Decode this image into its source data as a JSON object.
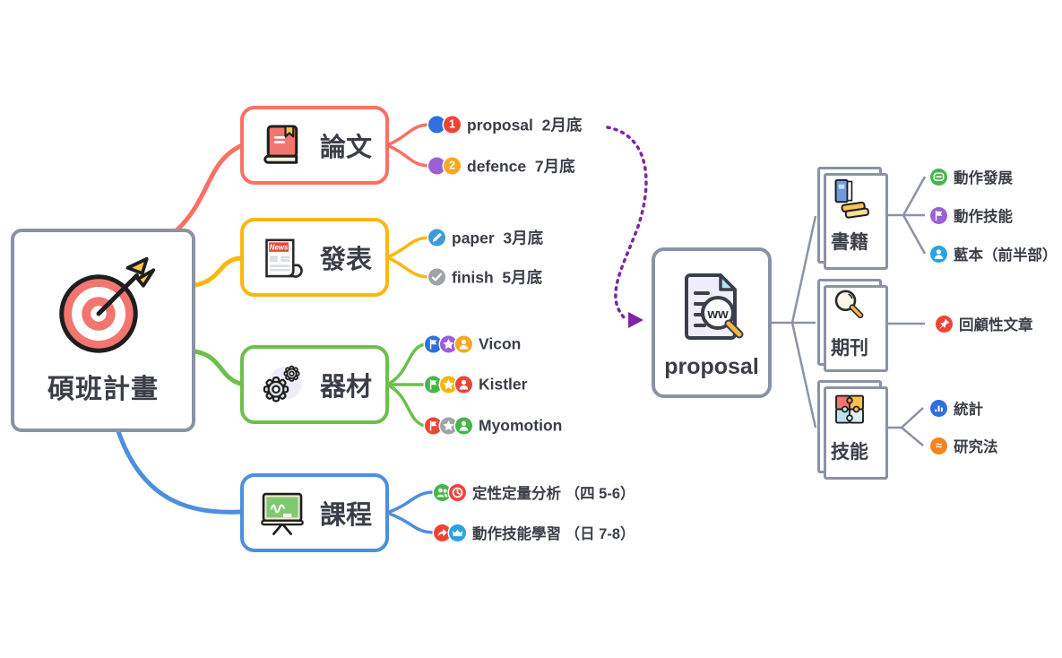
{
  "palette": {
    "background": "#ffffff",
    "text": "#3b3e47",
    "root_border": "#8a93a4",
    "thesis": "#f97164",
    "publish": "#fbb710",
    "equipment": "#6cc04a",
    "courses": "#4d8fdd",
    "tree_line": "#8a93a4",
    "arrow": "#7d26a6"
  },
  "root": {
    "label": "碩班計畫",
    "icon": "target-dartboard-icon"
  },
  "branches": [
    {
      "label": "論文",
      "icon": "book-icon",
      "color": "#f97164",
      "children": [
        {
          "label": "proposal  2月底",
          "badges": [
            {
              "icon": "circle-icon",
              "color": "#2f6fde"
            },
            {
              "icon": "number-1-icon",
              "color": "#ee4437"
            }
          ]
        },
        {
          "label": "defence  7月底",
          "badges": [
            {
              "icon": "circle-icon",
              "color": "#9c5fd6"
            },
            {
              "icon": "number-2-icon",
              "color": "#f6a821"
            }
          ]
        }
      ]
    },
    {
      "label": "發表",
      "icon": "newspaper-icon",
      "color": "#fbb710",
      "children": [
        {
          "label": "paper  3月底",
          "badges": [
            {
              "icon": "pen-icon",
              "color": "#3d9bd9"
            }
          ]
        },
        {
          "label": "finish  5月底",
          "badges": [
            {
              "icon": "check-icon",
              "color": "#9fa3a7"
            }
          ]
        }
      ]
    },
    {
      "label": "器材",
      "icon": "gears-icon",
      "color": "#6cc04a",
      "children": [
        {
          "label": "Vicon",
          "badges": [
            {
              "icon": "flag-icon",
              "color": "#2f6fde"
            },
            {
              "icon": "star-icon",
              "color": "#9c5fd6"
            },
            {
              "icon": "person-icon",
              "color": "#f6a821"
            }
          ]
        },
        {
          "label": "Kistler",
          "badges": [
            {
              "icon": "flag-icon",
              "color": "#43b649"
            },
            {
              "icon": "star-icon",
              "color": "#f6b50e"
            },
            {
              "icon": "person-icon",
              "color": "#ee4437"
            }
          ]
        },
        {
          "label": "Myomotion",
          "badges": [
            {
              "icon": "flag-icon",
              "color": "#ee4437"
            },
            {
              "icon": "star-icon",
              "color": "#9fa3a7"
            },
            {
              "icon": "person-icon",
              "color": "#43b649"
            }
          ]
        }
      ]
    },
    {
      "label": "課程",
      "icon": "chalkboard-icon",
      "color": "#4d8fdd",
      "children": [
        {
          "label": "定性定量分析 （四 5-6）",
          "badges": [
            {
              "icon": "users-icon",
              "color": "#43b649"
            },
            {
              "icon": "clock-icon",
              "color": "#ee4437"
            }
          ]
        },
        {
          "label": "動作技能學習 （日 7-8）",
          "badges": [
            {
              "icon": "share-arrow-icon",
              "color": "#ee4437"
            },
            {
              "icon": "crown-icon",
              "color": "#29a3e3"
            }
          ]
        }
      ]
    }
  ],
  "proposal": {
    "label": "proposal",
    "icon": "document-search-icon",
    "groups": [
      {
        "label": "書籍",
        "icon": "books-icon",
        "children": [
          {
            "label": "動作發展",
            "badges": [
              {
                "icon": "message-icon",
                "color": "#43b649"
              }
            ]
          },
          {
            "label": "動作技能",
            "badges": [
              {
                "icon": "flag-icon",
                "color": "#9c5fd6"
              }
            ]
          },
          {
            "label": "藍本（前半部）",
            "badges": [
              {
                "icon": "person-icon",
                "color": "#29a3e3"
              }
            ]
          }
        ]
      },
      {
        "label": "期刊",
        "icon": "magnifier-icon",
        "children": [
          {
            "label": "回顧性文章",
            "badges": [
              {
                "icon": "pushpin-icon",
                "color": "#ee4437"
              }
            ]
          }
        ]
      },
      {
        "label": "技能",
        "icon": "puzzle-icon",
        "children": [
          {
            "label": "統計",
            "badges": [
              {
                "icon": "bar-chart-icon",
                "color": "#2f6fde"
              }
            ]
          },
          {
            "label": "研究法",
            "badges": [
              {
                "icon": "approx-icon",
                "color": "#f5831f"
              }
            ]
          }
        ]
      }
    ]
  }
}
